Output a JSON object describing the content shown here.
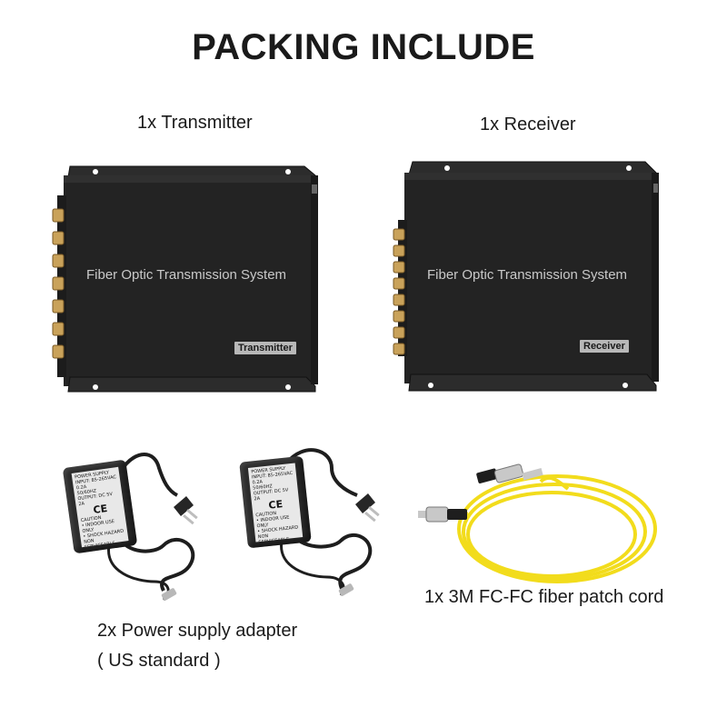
{
  "title": "PACKING INCLUDE",
  "items": [
    {
      "caption": "1x Transmitter",
      "device_text": "Fiber Optic Transmission System",
      "device_tag": "Transmitter"
    },
    {
      "caption": "1x Receiver",
      "device_text": "Fiber Optic Transmission System",
      "device_tag": "Receiver"
    },
    {
      "caption_line1": "2x Power supply adapter",
      "caption_line2": "( US standard )"
    },
    {
      "caption": "1x 3M FC-FC fiber patch cord"
    }
  ],
  "adapter_label": {
    "heading": "POWER SUPPLY",
    "input": "INPUT: 85-265VAC 0.2A",
    "freq": "50/60HZ",
    "output": "OUTPUT: DC 5V 2A",
    "ce": "CE",
    "caution": "CAUTION",
    "c1": "• INDOOR USE ONLY",
    "c2": "• SHOCK HAZARD",
    "c3": "NON SERVICEABLE"
  },
  "colors": {
    "device": "#232323",
    "cable": "#f2dc1c",
    "connector": "#c8c8c8"
  },
  "icons": [
    "bnc-connector-icon",
    "power-plug-icon",
    "fc-connector-icon"
  ]
}
